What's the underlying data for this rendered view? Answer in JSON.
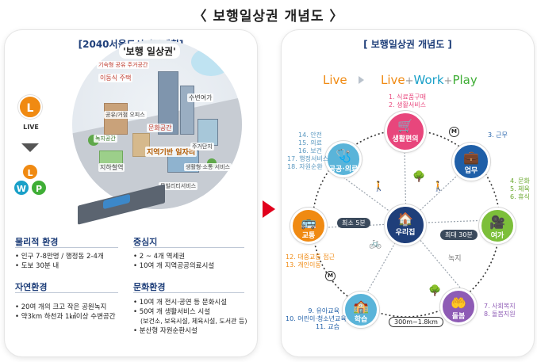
{
  "page": {
    "title": "〈 보행일상권 개념도 〉"
  },
  "left_panel": {
    "header": "[2040서울도시기본계획]",
    "live_letter": "L",
    "live_label": "LIVE",
    "lwp": {
      "l": "L",
      "w": "W",
      "p": "P"
    },
    "bubble_title": "'보행 일상권'",
    "city_labels": [
      "기숙형 공유 주거공간",
      "이동식 주택",
      "수변여가",
      "공유/거점 오피스",
      "문화공간",
      "녹지공간",
      "지역기반 일자리",
      "지하철역",
      "생활형·소통 서비스",
      "모빌리티서비스",
      "주거단지"
    ],
    "physical_env": {
      "title": "물리적 환경",
      "items": [
        "인구 7-8만명 / 행정동 2-4개",
        "도보 30분 내"
      ]
    },
    "center": {
      "title": "중심지",
      "items": [
        "2 ~ 4개 역세권",
        "10여 개 지역공공의료시설"
      ]
    },
    "nature_env": {
      "title": "자연환경",
      "items": [
        "20여 개의 크고 작은 공원녹지",
        "약3km 하천과 1㎢이상 수변공간"
      ]
    },
    "culture_env": {
      "title": "문화환경",
      "items": [
        "10여 개 전시·공연 등 문화시설",
        "50여 개 생활서비스 시설",
        "(보건소, 보육시설, 체육시설, 도서관 등)",
        "분산형 자원순환시설"
      ]
    }
  },
  "right_panel": {
    "header": "[ 보행일상권 개념도 ]",
    "flow": {
      "live1": "Live",
      "live2": "Live",
      "plus": "+",
      "work": "Work",
      "play": "Play"
    },
    "center_node": "우리집",
    "nodes": {
      "shopping": {
        "label": "생활편의",
        "notes": [
          "1. 식료품구매",
          "2. 생활서비스"
        ]
      },
      "work": {
        "label": "업무",
        "notes": [
          "3. 근무"
        ]
      },
      "leisure": {
        "label": "여가",
        "notes": [
          "4. 문화",
          "5. 체육",
          "6. 휴식"
        ]
      },
      "care": {
        "label": "돌봄",
        "notes": [
          "7. 사회복지",
          "8. 돌봄지원"
        ]
      },
      "learning": {
        "label": "학습",
        "notes": [
          "9. 유아교육",
          "10. 어린이·청소년교육",
          "11. 교습"
        ]
      },
      "transport": {
        "label": "교통",
        "notes": [
          "12. 대중교통 접근",
          "13. 개인이동"
        ]
      },
      "health": {
        "label": "공공·의료",
        "notes": [
          "14. 안전",
          "15. 의료",
          "16. 보건",
          "17. 행정서비스",
          "18. 자원순환"
        ]
      }
    },
    "pills": {
      "min5": "최소 5분",
      "max30": "최대 30분",
      "distance": "300m~1.8km"
    },
    "metro_badge": "M",
    "green_label": "녹지"
  },
  "colors": {
    "orange": "#f08a12",
    "pink": "#e8467c",
    "blue": "#1f5fa8",
    "green": "#7cbf3a",
    "purple": "#8e5bb5",
    "cyan": "#5ab4d9",
    "navy": "#1f3f7a",
    "red_arrow": "#e1001c"
  }
}
